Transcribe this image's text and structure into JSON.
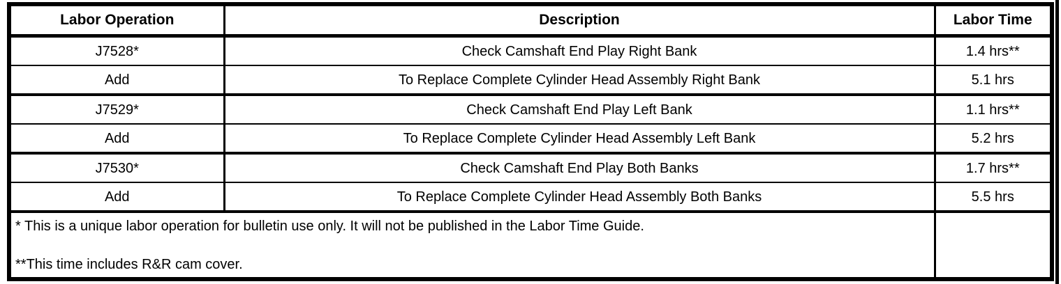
{
  "colors": {
    "border": "#000000",
    "background": "#ffffff",
    "text": "#000000"
  },
  "table": {
    "headers": {
      "operation": "Labor Operation",
      "description": "Description",
      "time": "Labor Time"
    },
    "rows": [
      {
        "operation": "J7528*",
        "description": "Check Camshaft End Play Right Bank",
        "time": "1.4 hrs**"
      },
      {
        "operation": "Add",
        "description": "To Replace Complete Cylinder Head Assembly Right Bank",
        "time": "5.1 hrs"
      },
      {
        "operation": "J7529*",
        "description": "Check Camshaft End Play Left Bank",
        "time": "1.1 hrs**"
      },
      {
        "operation": "Add",
        "description": "To Replace Complete Cylinder Head Assembly Left Bank",
        "time": "5.2 hrs"
      },
      {
        "operation": "J7530*",
        "description": "Check Camshaft End Play Both Banks",
        "time": "1.7 hrs**"
      },
      {
        "operation": "Add",
        "description": "To Replace Complete Cylinder Head Assembly Both Banks",
        "time": "5.5 hrs"
      }
    ],
    "footnotes": [
      "* This is a unique labor operation for bulletin use only. It will not be published in the Labor Time Guide.",
      "**This time includes R&R cam cover."
    ]
  }
}
